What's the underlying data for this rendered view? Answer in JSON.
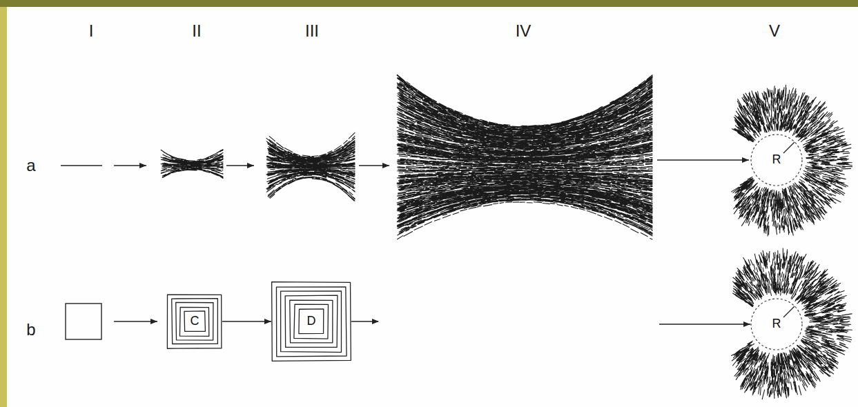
{
  "diagram": {
    "nodes": [
      {
        "text": [
          "R"
        ]
      },
      {
        "text": [
          "C"
        ]
      },
      {
        "text": [
          "D"
        ]
      },
      {
        "text": [
          "R"
        ]
      }
    ],
    "edges": [
      {
        "from": 1,
        "to": 2,
        "arrow": "to"
      },
      {
        "from": 2,
        "to": 3,
        "arrow": "to"
      }
    ],
    "labels": [
      "I",
      "II",
      "III",
      "IV",
      "V",
      "a",
      "b"
    ]
  }
}
